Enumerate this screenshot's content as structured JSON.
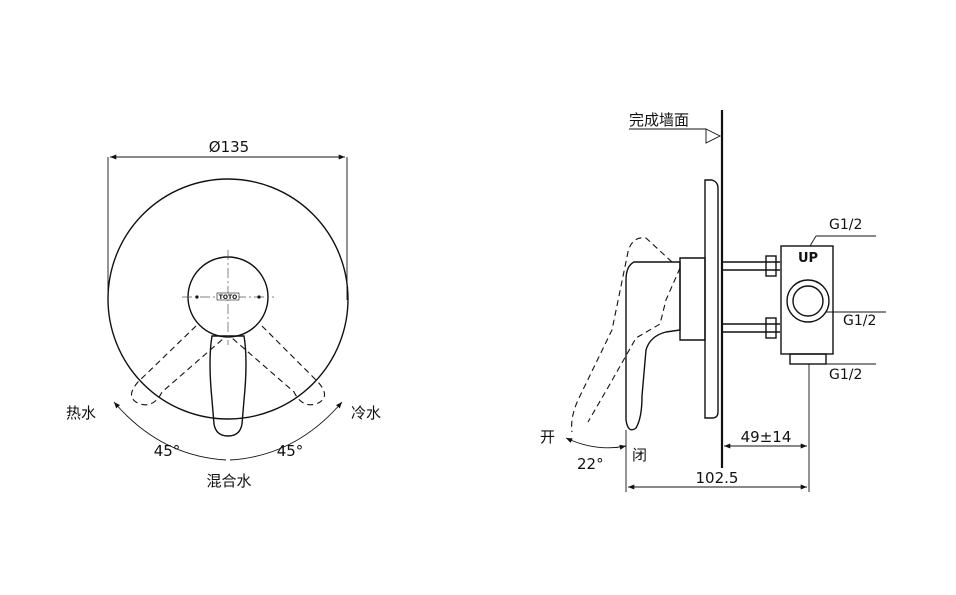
{
  "front_view": {
    "diameter_label": "Ø135",
    "hot_label": "热水",
    "cold_label": "冷水",
    "mixed_label": "混合水",
    "left_angle_label": "45°",
    "right_angle_label": "45°",
    "brand_mark": "TOTO"
  },
  "side_view": {
    "wall_label": "完成墙面",
    "inlet_top_label": "G1/2",
    "inlet_side_label": "G1/2",
    "outlet_bottom_label": "G1/2",
    "up_mark": "UP",
    "open_label": "开",
    "close_label": "闭",
    "rotation_angle_label": "22°",
    "depth_dim_label": "49±14",
    "total_dim_label": "102.5"
  }
}
